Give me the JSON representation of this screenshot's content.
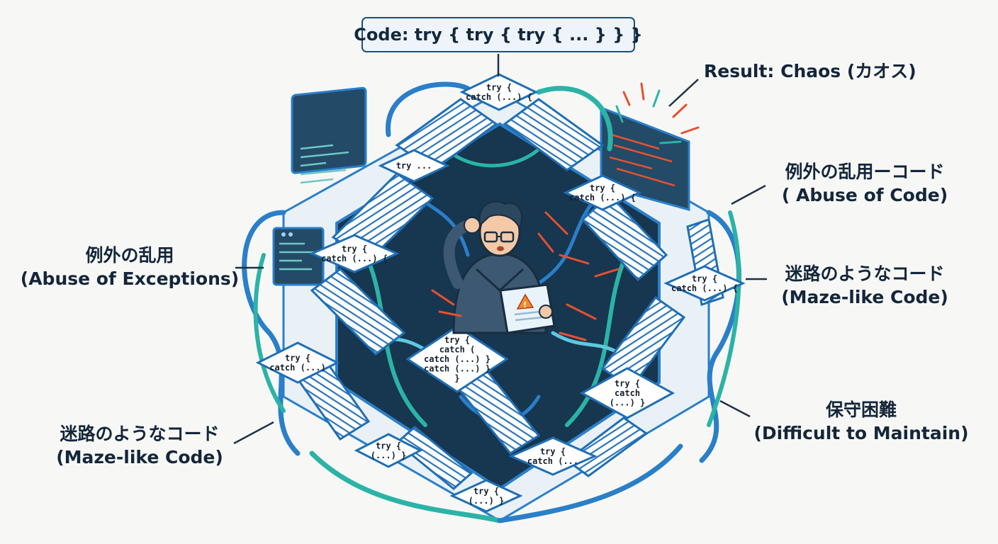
{
  "title": "Code: try { try { try { ... } } }",
  "result": "Result: Chaos (カオス)",
  "callouts": {
    "abuse_code": {
      "jp": "例外の乱用ーコード",
      "en": "( Abuse of  Code)"
    },
    "maze_right": {
      "jp": "迷路のようなコード",
      "en": "(Maze-like Code)"
    },
    "difficult": {
      "jp": "保守困難",
      "en": "(Difficult to Maintain)"
    },
    "abuse_exceptions": {
      "jp": "例外の乱用",
      "en": "(Abuse of Exceptions)"
    },
    "maze_left": {
      "jp": "迷路のようなコード",
      "en": "(Maze-like Code)"
    }
  },
  "landings": [
    {
      "id": "top",
      "lines": [
        "try {",
        "catch (...) {"
      ]
    },
    {
      "id": "upper-left",
      "lines": [
        "try ..."
      ]
    },
    {
      "id": "upper-right",
      "lines": [
        "try {",
        "catch (...) {"
      ]
    },
    {
      "id": "mid-left",
      "lines": [
        "try {",
        "catch (...) {"
      ]
    },
    {
      "id": "right",
      "lines": [
        "try {",
        "catch (...) {"
      ]
    },
    {
      "id": "center",
      "lines": [
        "try {",
        "catch (",
        "catch (...) }",
        "catch (...) }",
        "}"
      ]
    },
    {
      "id": "left",
      "lines": [
        "try {",
        "catch (...)"
      ]
    },
    {
      "id": "lower-right",
      "lines": [
        "try {",
        "catch",
        "(...) }"
      ]
    },
    {
      "id": "bottom-left",
      "lines": [
        "try {",
        "(...) }"
      ]
    },
    {
      "id": "bottom-right",
      "lines": [
        "try {",
        "catch (..."
      ]
    },
    {
      "id": "bottom",
      "lines": [
        "try {",
        "(...) }"
      ]
    }
  ],
  "colors": {
    "stair_edge": "#1f6fb5",
    "pipe_teal": "#2bb3a6",
    "pipe_blue": "#2a7fc9",
    "dark_fill": "#17364f",
    "chaos_red": "#e8502e",
    "warning": "#f28c28"
  },
  "icons": [
    "developer-figure",
    "tablet-warning-icon",
    "code-monitor-icon",
    "chaos-burst"
  ]
}
